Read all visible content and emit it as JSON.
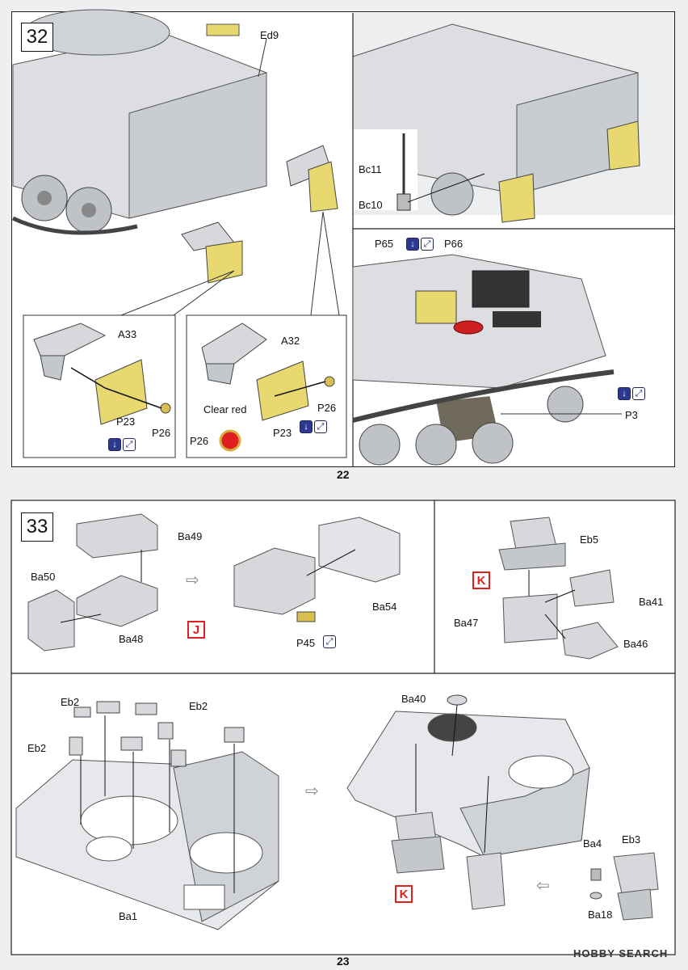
{
  "page_top": {
    "step": "32",
    "page_number": "22",
    "labels": {
      "ed9": "Ed9",
      "a33": "A33",
      "a32": "A32",
      "p23_left": "P23",
      "p26_left": "P26",
      "p23_right": "P23",
      "p26_right": "P26",
      "clear_red": "Clear red",
      "p26_red": "P26",
      "bc11": "Bc11",
      "bc10": "Bc10",
      "p65": "P65",
      "p66": "P66",
      "p3": "P3"
    }
  },
  "page_bottom": {
    "step": "33",
    "page_number": "23",
    "labels": {
      "ba49": "Ba49",
      "ba50": "Ba50",
      "ba48": "Ba48",
      "ba54": "Ba54",
      "p45": "P45",
      "j_badge": "J",
      "eb5": "Eb5",
      "k_badge_top": "K",
      "ba41": "Ba41",
      "ba47": "Ba47",
      "ba46": "Ba46",
      "eb2_a": "Eb2",
      "eb2_b": "Eb2",
      "eb2_c": "Eb2",
      "ba1": "Ba1",
      "ba40": "Ba40",
      "k_badge_bottom": "K",
      "ba4": "Ba4",
      "eb3": "Eb3",
      "ba18": "Ba18"
    }
  },
  "watermark": "HOBBY SEARCH",
  "colors": {
    "part_gray": "#d6d8dc",
    "photo_etch_yellow": "#e8d870",
    "accent_red": "#e02020",
    "icon_blue": "#2b3a8e"
  }
}
